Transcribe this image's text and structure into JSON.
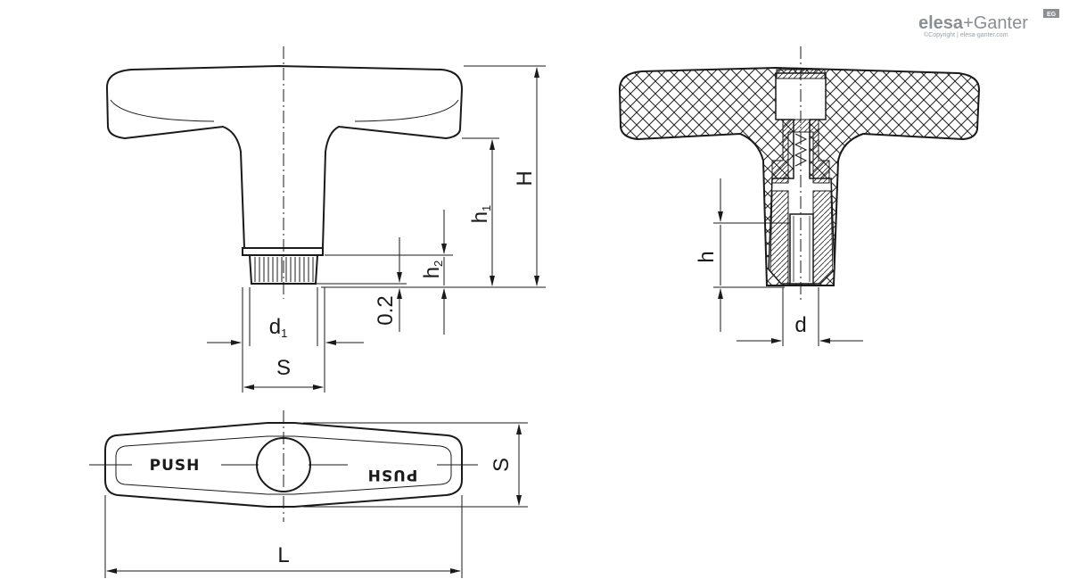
{
  "brand": {
    "name_part1": "elesa",
    "name_part2": "+Ganter",
    "badge": "EG",
    "copyright": "©Copyright | elesa-ganter.com"
  },
  "labels": {
    "H": "H",
    "h1": "h",
    "h1_sub": "1",
    "h2": "h",
    "h2_sub": "2",
    "gap": "0.2",
    "d1": "d",
    "d1_sub": "1",
    "S_front": "S",
    "h": "h",
    "d": "d",
    "S_top": "S",
    "L": "L"
  },
  "knob_text": {
    "left": "PUSH",
    "right": "PUSH"
  }
}
